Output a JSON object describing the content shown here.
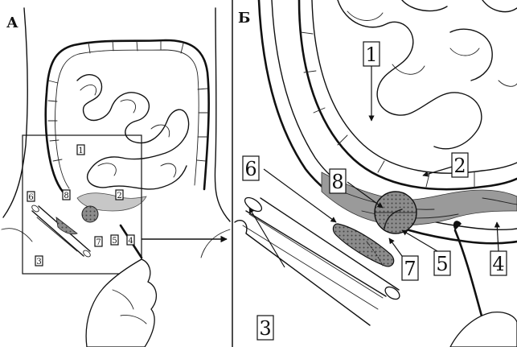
{
  "panels": {
    "a": {
      "letter": "А"
    },
    "b": {
      "letter": "Б"
    }
  },
  "callouts_a": [
    "1",
    "2",
    "3",
    "4",
    "5",
    "6",
    "7",
    "8"
  ],
  "callouts_b": [
    "1",
    "2",
    "3",
    "4",
    "5",
    "6",
    "7",
    "8"
  ]
}
